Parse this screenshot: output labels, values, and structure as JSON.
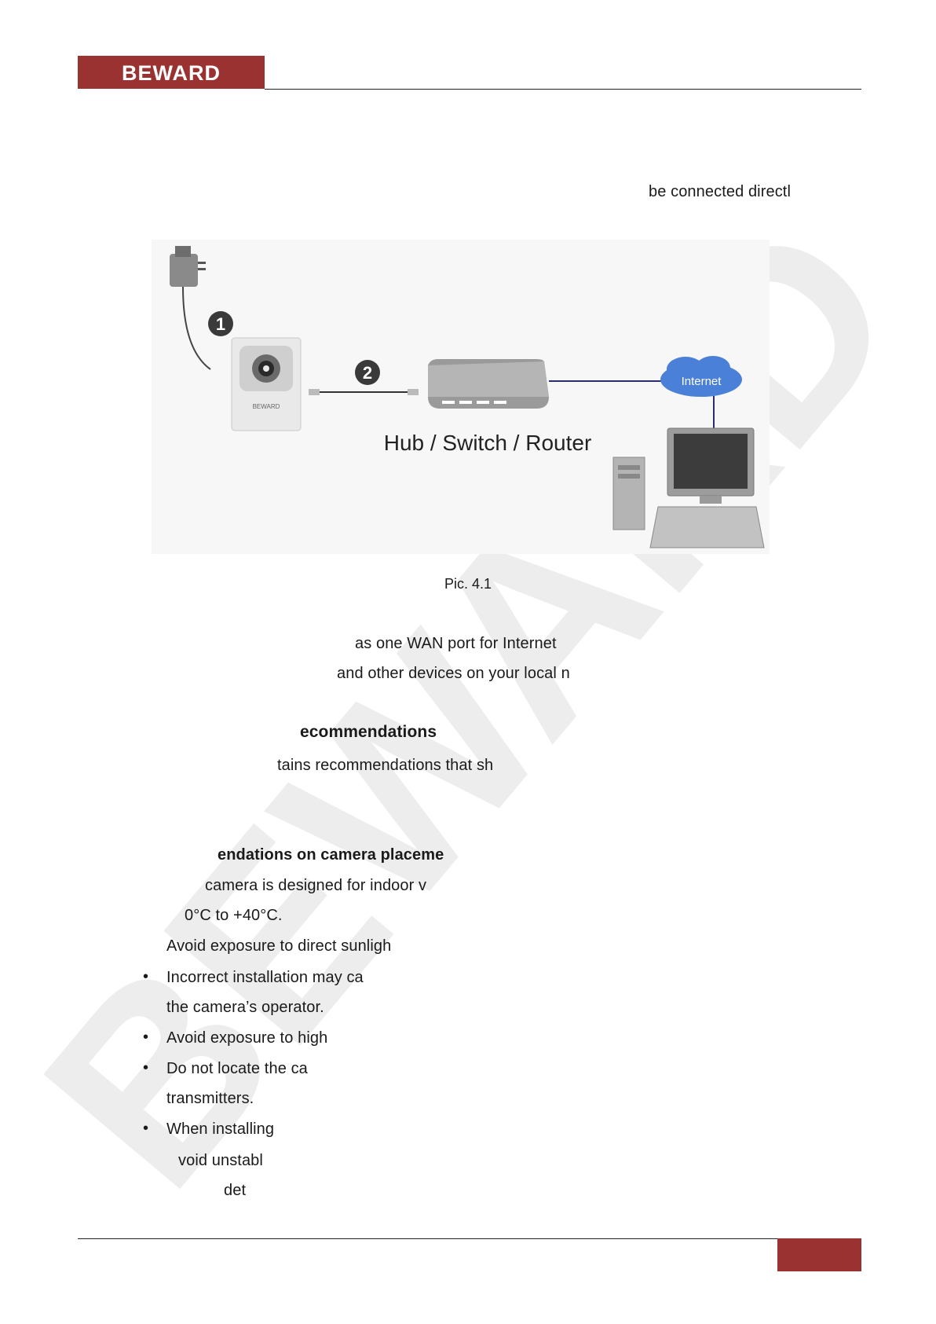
{
  "header": {
    "brand": "BEWARD",
    "brand_color": "#9b3232"
  },
  "watermark": {
    "text": "BEWARD",
    "color": "#ececec"
  },
  "intro_fragment": "be connected directl",
  "figure": {
    "power_label": "1",
    "cable_label": "2",
    "camera_brand": "BEWARD",
    "hub_label": "Hub / Switch / Router",
    "internet_label": "Internet",
    "caption": "Pic. 4.1"
  },
  "body": {
    "line_wan": "as  one  WAN  port  for  Internet",
    "line_devices": "and other devices on your local n",
    "section_heading": "ecommendations",
    "section_line": "tains  recommendations  that  sh",
    "sub_heading": "endations on camera placeme",
    "line_indoor": "camera is designed for indoor v",
    "line_temp": "0°C to +40°C.",
    "line_sunlight": "Avoid exposure to direct sunligh"
  },
  "bullets": [
    {
      "text": "Incorrect installation may ca",
      "cont": "the camera’s operator."
    },
    {
      "text": "Avoid exposure to high",
      "cont": ""
    },
    {
      "text": "Do  not  locate  the  ca",
      "cont": "transmitters."
    },
    {
      "text": "When installing",
      "cont": ""
    }
  ],
  "tail": {
    "line_unstable": "void unstabl",
    "line_det": "det"
  },
  "bullet_symbol": "•"
}
